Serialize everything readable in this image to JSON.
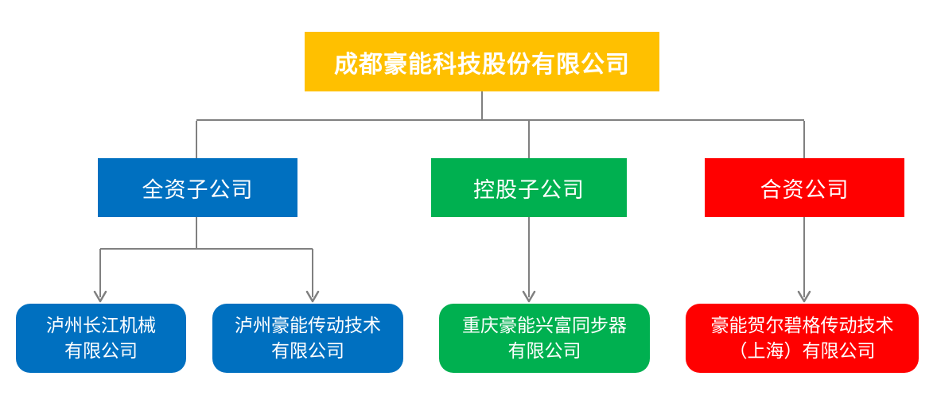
{
  "org_chart": {
    "type": "org-tree",
    "connector_color": "#808080",
    "text_color": "#FFFFFF",
    "root": {
      "label": "成都豪能科技股份有限公司",
      "color": "#FFC000"
    },
    "categories": [
      {
        "id": "wholly-owned-subsidiary",
        "label": "全资子公司",
        "color": "#0070C0",
        "parent": "成都豪能科技股份有限公司"
      },
      {
        "id": "holding-subsidiary",
        "label": "控股子公司",
        "color": "#00B050",
        "parent": "成都豪能科技股份有限公司"
      },
      {
        "id": "joint-venture",
        "label": "合资公司",
        "color": "#FF0000",
        "parent": "成都豪能科技股份有限公司"
      }
    ],
    "companies": [
      {
        "label": "泸州长江机械\n有限公司",
        "color": "#0070C0",
        "parent": "全资子公司"
      },
      {
        "label": "泸州豪能传动技术\n有限公司",
        "color": "#0070C0",
        "parent": "全资子公司"
      },
      {
        "label": "重庆豪能兴富同步器\n有限公司",
        "color": "#00B050",
        "parent": "控股子公司"
      },
      {
        "label": "豪能贺尔碧格传动技术\n（上海）有限公司",
        "color": "#FF0000",
        "parent": "合资公司"
      }
    ]
  }
}
